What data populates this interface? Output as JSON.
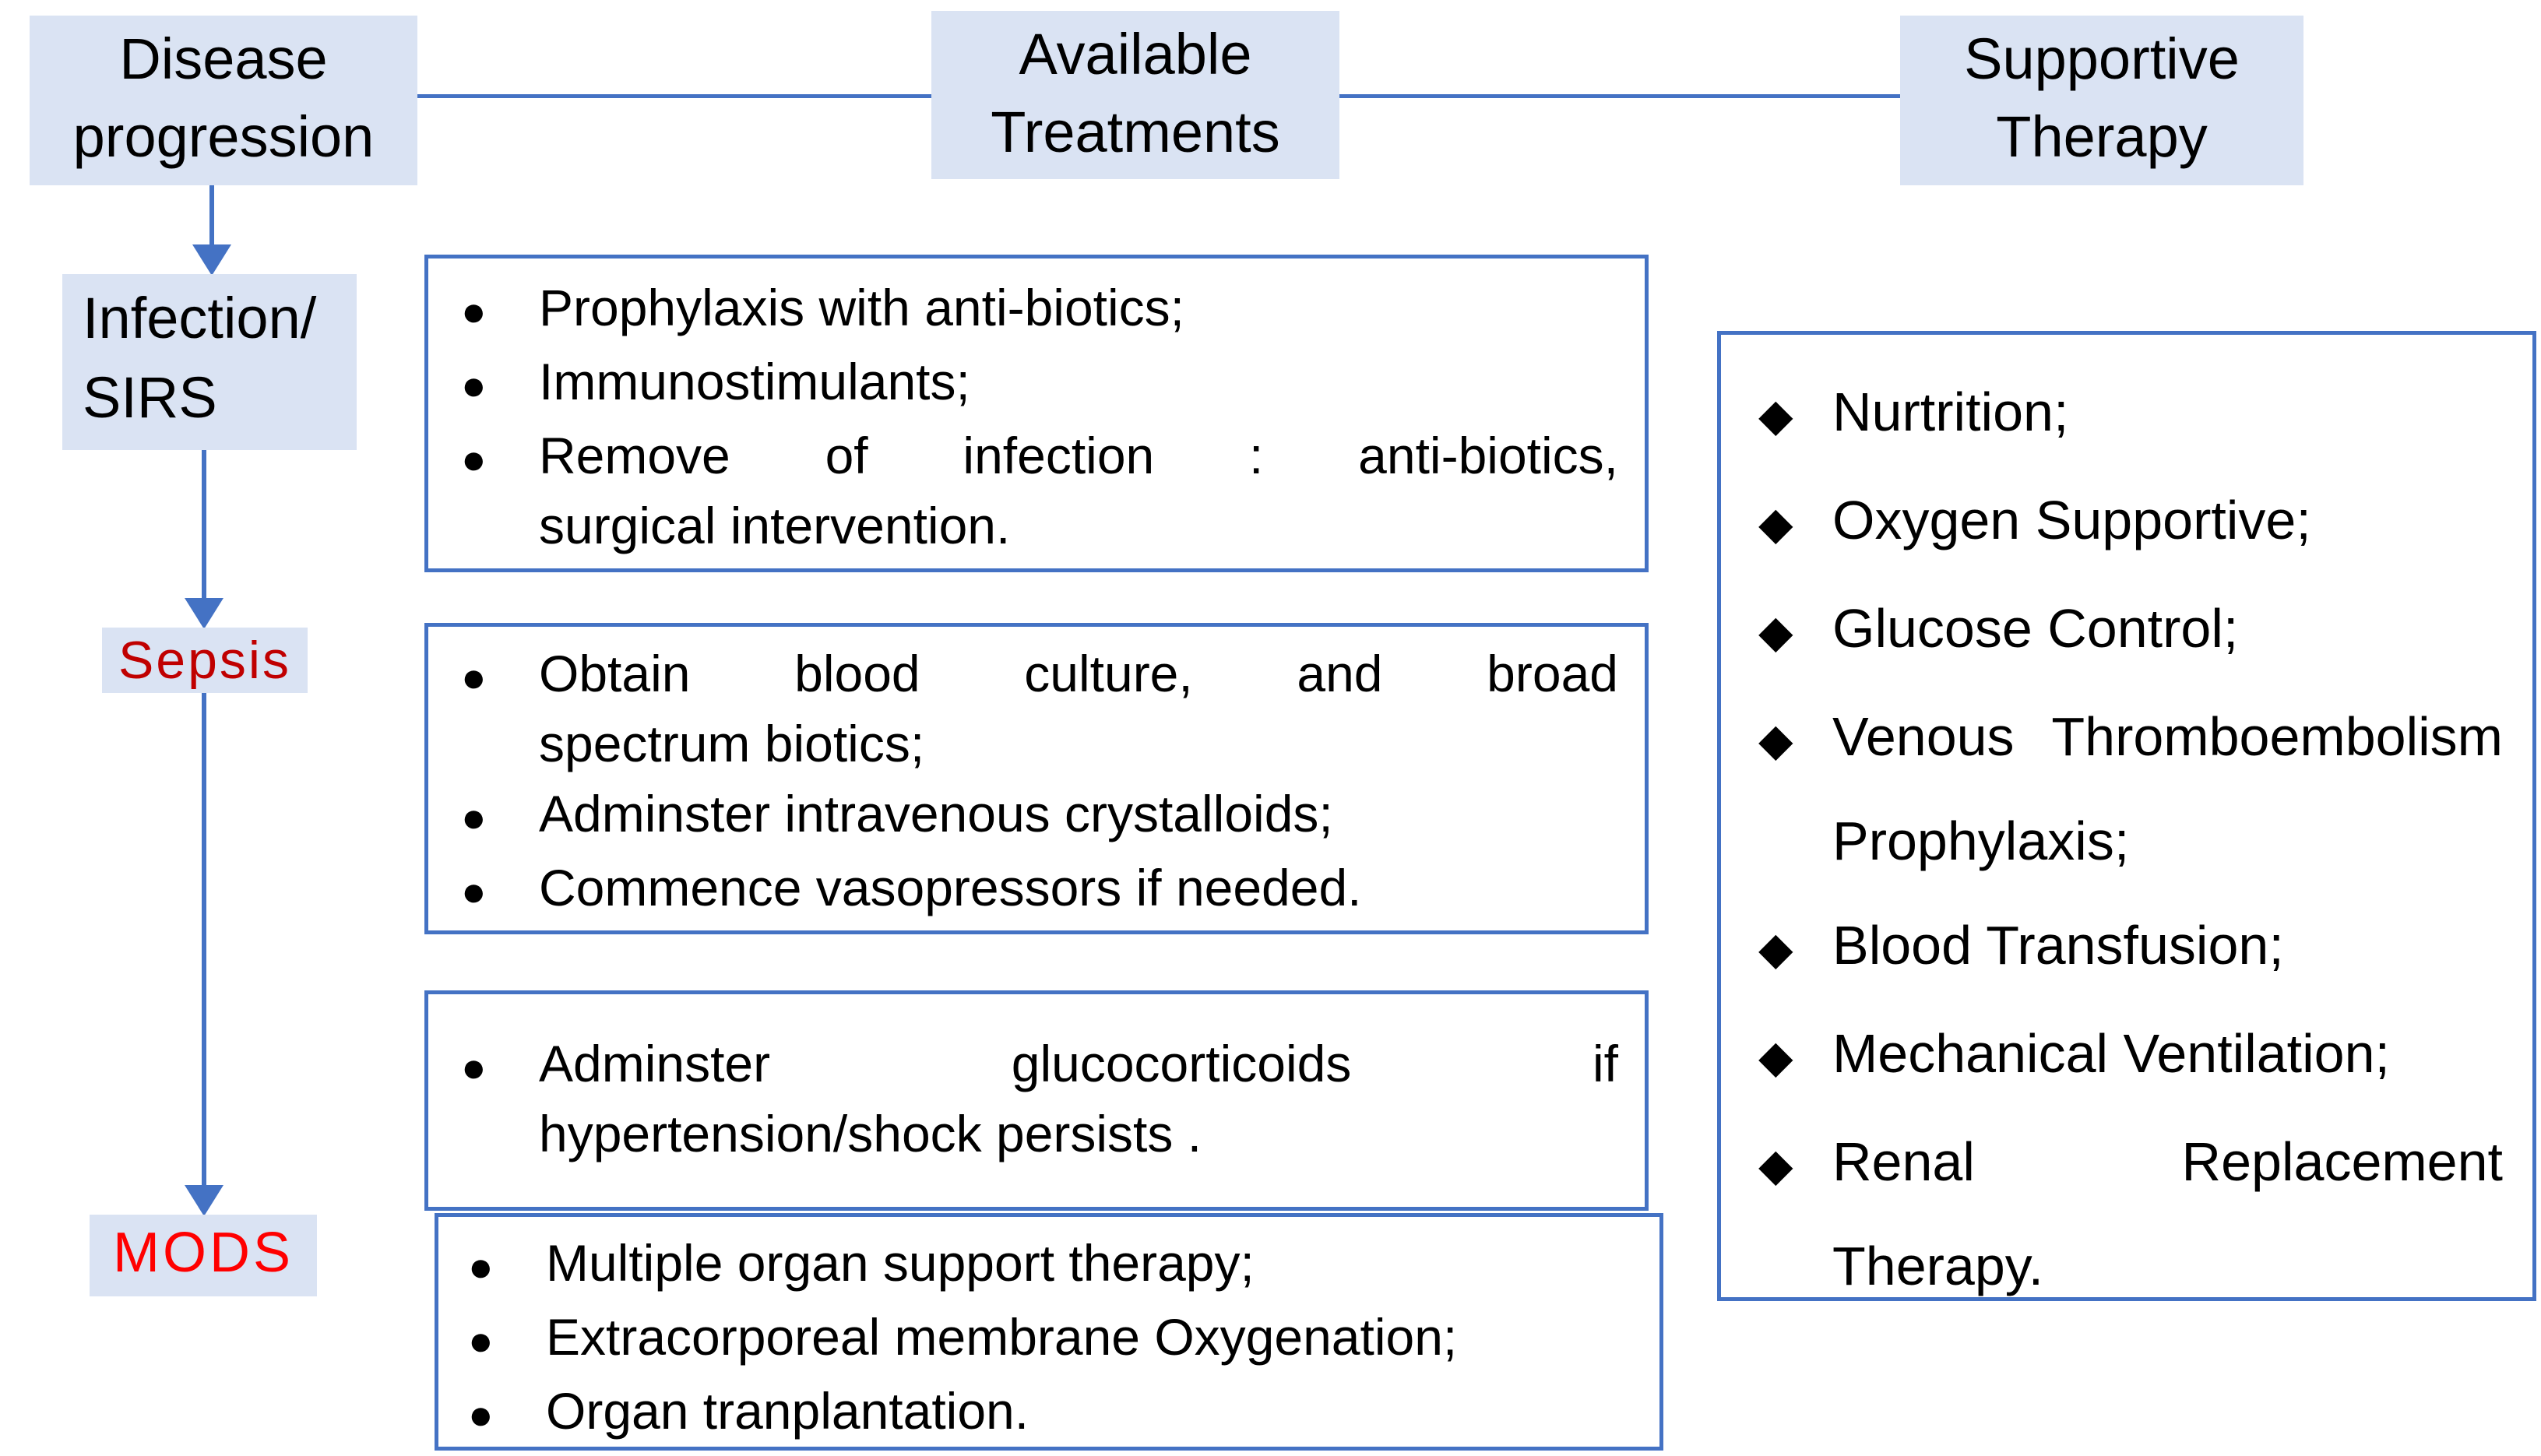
{
  "headers": {
    "disease": {
      "line1": "Disease",
      "line2": "progression"
    },
    "available": {
      "line1": "Available",
      "line2": "Treatments"
    },
    "supportive": {
      "line1": "Supportive",
      "line2": "Therapy"
    }
  },
  "stages": {
    "infection": {
      "line1": "Infection/",
      "line2": "SIRS"
    },
    "sepsis": {
      "label": "Sepsis"
    },
    "mods": {
      "label": "MODS"
    }
  },
  "icons": {
    "bullet": "●",
    "diamond": "◆"
  },
  "treatment_boxes": [
    {
      "items": [
        {
          "lines": [
            "Prophylaxis with anti-biotics;"
          ]
        },
        {
          "lines": [
            "Immunostimulants;"
          ]
        },
        {
          "lines": [
            "Remove of infection : anti-biotics,",
            "surgical intervention."
          ]
        }
      ]
    },
    {
      "items": [
        {
          "lines": [
            "Obtain blood culture, and broad",
            "spectrum biotics;"
          ]
        },
        {
          "lines": [
            "Adminster intravenous crystalloids;"
          ]
        },
        {
          "lines": [
            "Commence vasopressors if needed."
          ]
        }
      ]
    },
    {
      "items": [
        {
          "lines": [
            "Adminster glucocorticoids if",
            "hypertension/shock persists ."
          ]
        }
      ]
    },
    {
      "items": [
        {
          "lines": [
            "Multiple organ support therapy;"
          ]
        },
        {
          "lines": [
            "Extracorporeal membrane Oxygenation;"
          ]
        },
        {
          "lines": [
            "Organ tranplantation."
          ]
        }
      ]
    }
  ],
  "supportive_box": {
    "items": [
      {
        "lines": [
          "Nurtrition;"
        ]
      },
      {
        "lines": [
          "Oxygen Supportive;"
        ]
      },
      {
        "lines": [
          "Glucose Control;"
        ]
      },
      {
        "lines": [
          "Venous Thromboembolism",
          "Prophylaxis;"
        ]
      },
      {
        "lines": [
          "Blood Transfusion;"
        ]
      },
      {
        "lines": [
          "Mechanical Ventilation;"
        ]
      },
      {
        "lines": [
          "Renal Replacement",
          "Therapy."
        ]
      }
    ]
  },
  "colors": {
    "box_fill": "#dae3f3",
    "accent_blue": "#4472c4",
    "sepsis_red": "#c00000",
    "mods_red": "#ff0000",
    "text": "#000000"
  }
}
